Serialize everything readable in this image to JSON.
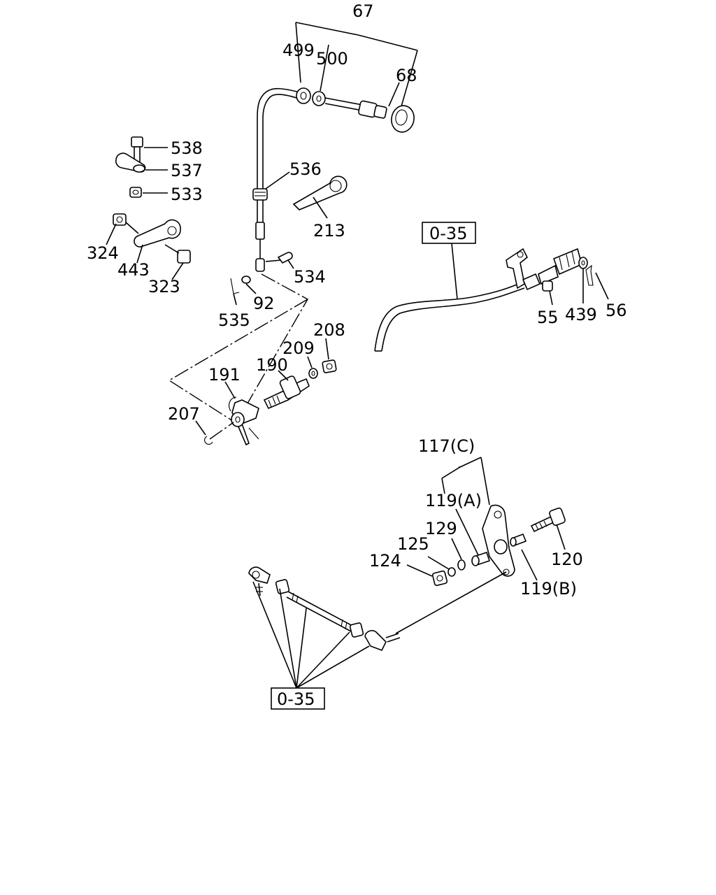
{
  "callouts": {
    "c67": "67",
    "c499": "499",
    "c500": "500",
    "c68": "68",
    "c538": "538",
    "c537": "537",
    "c533": "533",
    "c536": "536",
    "c213": "213",
    "c324": "324",
    "c443": "443",
    "c323": "323",
    "c534": "534",
    "c92": "92",
    "c535": "535",
    "c035a": "0-35",
    "c55": "55",
    "c439": "439",
    "c56": "56",
    "c208": "208",
    "c209": "209",
    "c190": "190",
    "c191": "191",
    "c207": "207",
    "c117c": "117(C)",
    "c119a": "119(A)",
    "c129": "129",
    "c125": "125",
    "c124": "124",
    "c120": "120",
    "c119b": "119(B)",
    "c035b": "0-35"
  }
}
